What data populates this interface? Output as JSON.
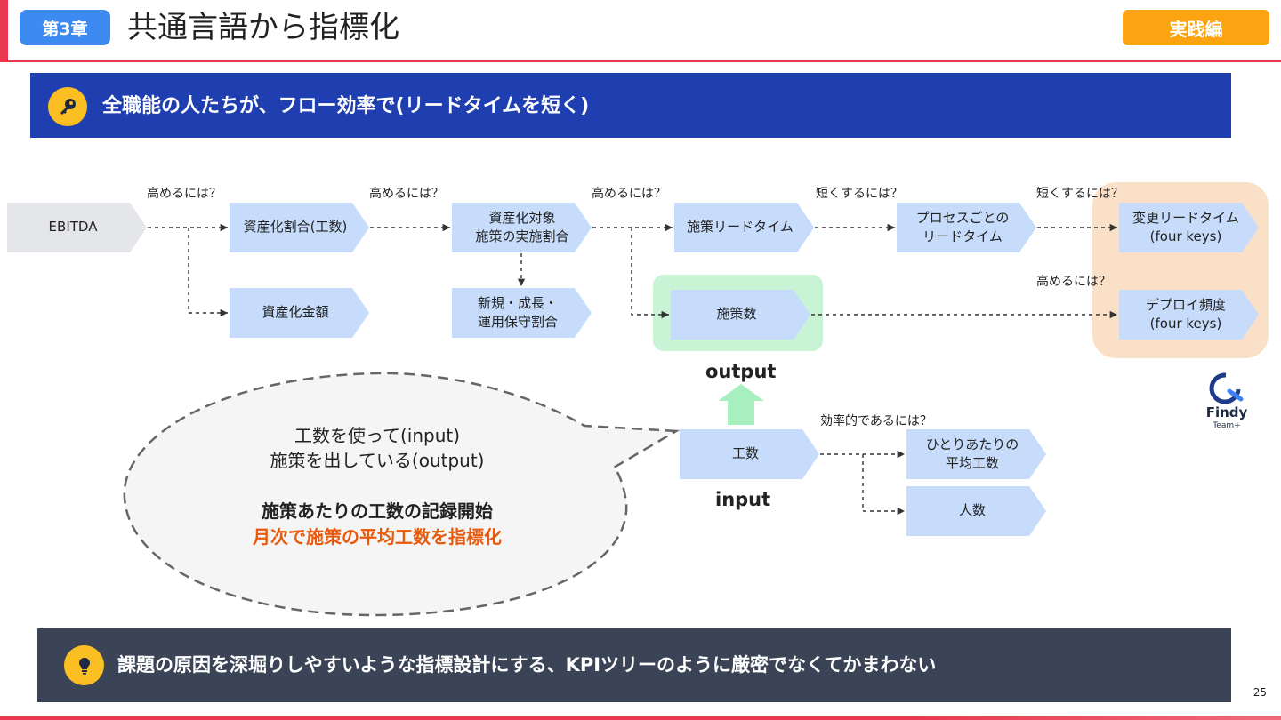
{
  "header": {
    "chapter": "第3章",
    "title": "共通言語から指標化",
    "edition": "実践編"
  },
  "key_banner": {
    "text": "全職能の人たちが、フロー効率で(リードタイムを短く)"
  },
  "diagram": {
    "nodes": {
      "ebitda": "EBITDA",
      "capital_ratio": "資産化割合(工数)",
      "capital_amount": "資産化金額",
      "target_ratio_l1": "資産化対象",
      "target_ratio_l2": "施策の実施割合",
      "new_growth_l1": "新規・成長・",
      "new_growth_l2": "運用保守割合",
      "lead_time": "施策リードタイム",
      "process_lt_l1": "プロセスごとの",
      "process_lt_l2": "リードタイム",
      "change_lt_l1": "変更リードタイム",
      "change_lt_l2": "(four keys)",
      "measure_count": "施策数",
      "deploy_freq_l1": "デプロイ頻度",
      "deploy_freq_l2": "(four keys)",
      "effort": "工数",
      "per_person_l1": "ひとりあたりの",
      "per_person_l2": "平均工数",
      "headcount": "人数"
    },
    "labels": {
      "raise1": "高めるには？",
      "raise2": "高めるには？",
      "raise3": "高めるには？",
      "shorten1": "短くするには？",
      "shorten2": "短くするには？",
      "raise4": "高めるには？",
      "efficient": "効率的であるには？",
      "output": "output",
      "input": "input"
    },
    "logo": {
      "name": "Findy",
      "sub": "Team+"
    }
  },
  "bubble": {
    "line1": "工数を使って(input)",
    "line2": "施策を出している(output)",
    "line3": "施策あたりの工数の記録開始",
    "line4": "月次で施策の平均工数を指標化"
  },
  "tip_banner": {
    "text": "課題の原因を深堀りしやすいような指標設計にする、KPIツリーのように厳密でなくてかまわない"
  },
  "page_number": "25",
  "colors": {
    "accent_red": "#e8374f",
    "chapter_blue": "#3d8bf0",
    "edition_orange": "#fca311",
    "banner_blue": "#1f3fb0",
    "node_blue": "#c7dcfb",
    "node_gray": "#e4e6ea",
    "highlight_green": "#c8f3d5",
    "highlight_orange": "#fbe0c8",
    "emphasis_orange": "#e8590c",
    "tip_dark": "#3a4456"
  }
}
